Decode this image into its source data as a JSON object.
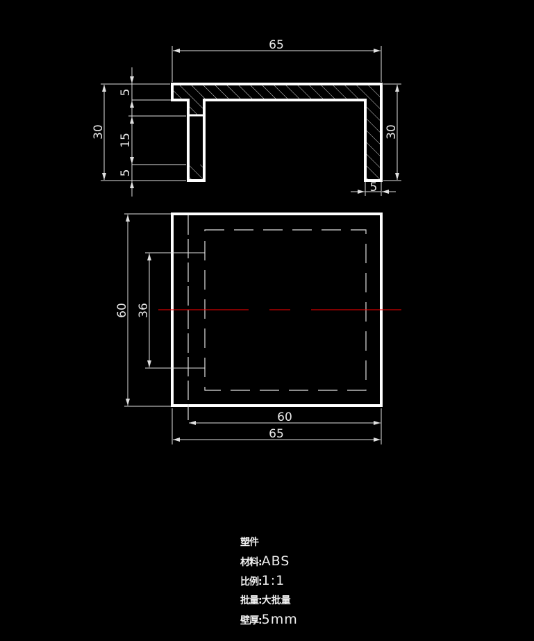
{
  "drawing": {
    "section_view": {
      "dimensions": {
        "overall_width": "65",
        "left_height": "30",
        "right_height": "30",
        "top_thickness": "5",
        "gap": "15",
        "tab_bottom": "5",
        "wall_thickness": "5"
      }
    },
    "top_view": {
      "dimensions": {
        "height": "60",
        "inner_height": "36",
        "inner_width": "60",
        "overall_width": "65"
      }
    },
    "colors": {
      "outline": "#ffffff",
      "dimension": "#e0e0e0",
      "centerline": "#ff0000",
      "background": "#000000"
    }
  },
  "notes": {
    "title": "塑件",
    "material_label": "材料:",
    "material_value": "ABS",
    "scale_label": "比例:",
    "scale_value": "1:1",
    "batch_label": "批量:",
    "batch_value": "大批量",
    "wall_label": "壁厚:",
    "wall_value": "5mm"
  }
}
